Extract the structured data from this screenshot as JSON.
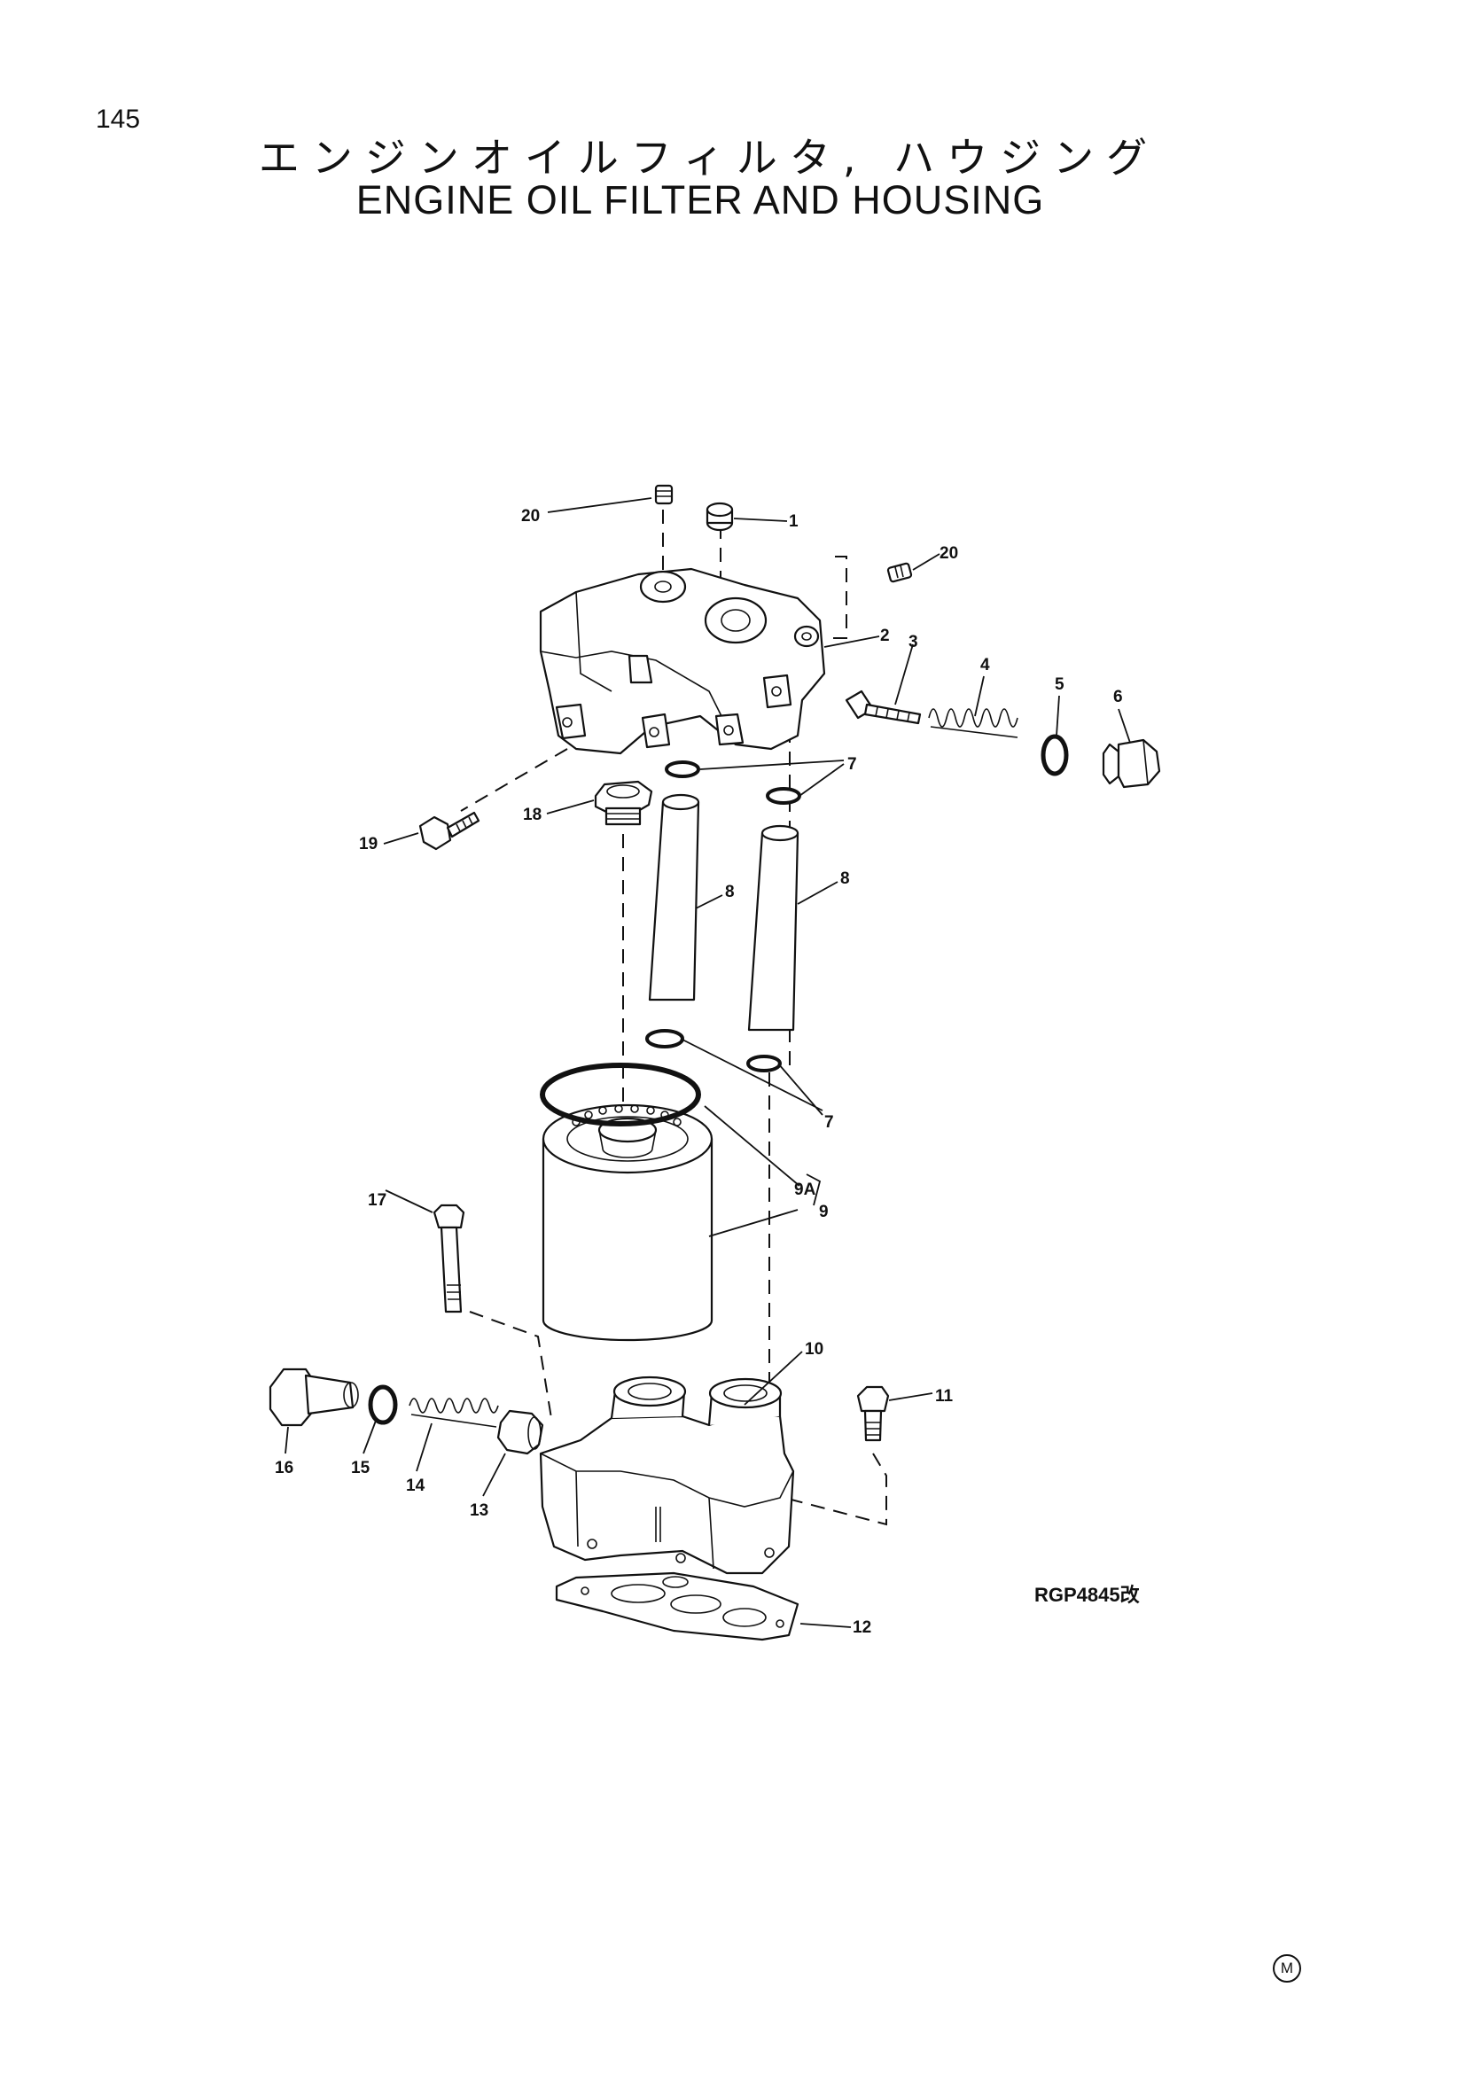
{
  "page": {
    "number": "145",
    "title_ja": "エンジンオイルフィルタ, ハウジング",
    "title_en": "ENGINE OIL FILTER AND HOUSING",
    "drawing_code": "RGP4845改",
    "corner_mark": "M"
  },
  "callouts": {
    "c1": "1",
    "c2": "2",
    "c3": "3",
    "c4": "4",
    "c5": "5",
    "c6": "6",
    "c7a": "7",
    "c7b": "7",
    "c8a": "8",
    "c8b": "8",
    "c9": "9",
    "c9a": "9A",
    "c10": "10",
    "c11": "11",
    "c12": "12",
    "c13": "13",
    "c14": "14",
    "c15": "15",
    "c16": "16",
    "c17": "17",
    "c18": "18",
    "c19": "19",
    "c20a": "20",
    "c20b": "20"
  }
}
